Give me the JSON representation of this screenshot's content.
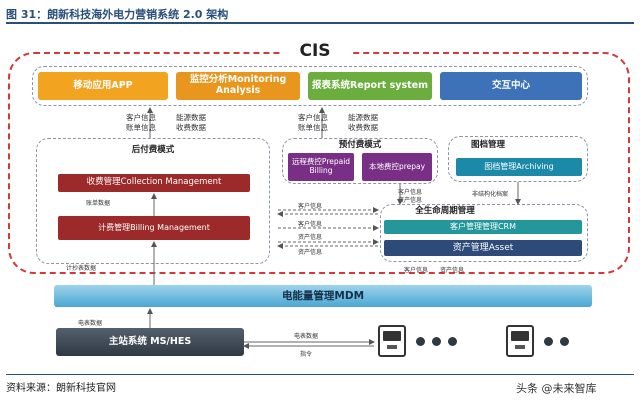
{
  "figure_title": "图 31：朗新科技海外电力营销系统 2.0 架构",
  "cis_label": "CIS",
  "top_modules": [
    {
      "label": "移动应用APP",
      "color": "#f2a320"
    },
    {
      "label": "监控分析Monitoring Analysis",
      "color": "#e8961d"
    },
    {
      "label": "报表系统Report system",
      "color": "#6cae3e"
    },
    {
      "label": "交互中心",
      "color": "#3d72b8"
    }
  ],
  "flow_labels": {
    "left_a1": "客户信息",
    "left_a2": "账单信息",
    "left_b1": "能源数据",
    "left_b2": "收费数据",
    "mid_a1": "客户信息",
    "mid_a2": "账单信息",
    "mid_b1": "能源数据",
    "mid_b2": "收费数据"
  },
  "postpaid": {
    "title": "后付费模式",
    "collection": "收费管理Collection Management",
    "bill_data": "账单数据",
    "billing": "计费管理Billing Management",
    "meter_data_note": "计抄表数据"
  },
  "prepaid": {
    "title": "预付费模式",
    "remote": "远程费控Prepaid Billing",
    "local": "本地费控prepay"
  },
  "archive": {
    "title": "图档管理",
    "box": "图档管理Archiving",
    "note": "非结构化档案"
  },
  "lifecycle": {
    "title": "全生命周期管理",
    "crm": "客户管理管理CRM",
    "asset": "资产管理Asset",
    "note_top1": "客户信息",
    "note_top2": "资产信息",
    "note_bottom1": "客户信息",
    "note_bottom2": "资产信息"
  },
  "middle_arrows": [
    "客户信息",
    "客户信息",
    "资产信息",
    "资产信息"
  ],
  "mdm": "电能量管理MDM",
  "host": {
    "label": "主站系统 MS/HES",
    "note": "电表数据",
    "right_note1": "电表数据",
    "right_note2": "指令"
  },
  "source": "资料来源：朗新科技官网",
  "watermark": "头条 @未来智库"
}
